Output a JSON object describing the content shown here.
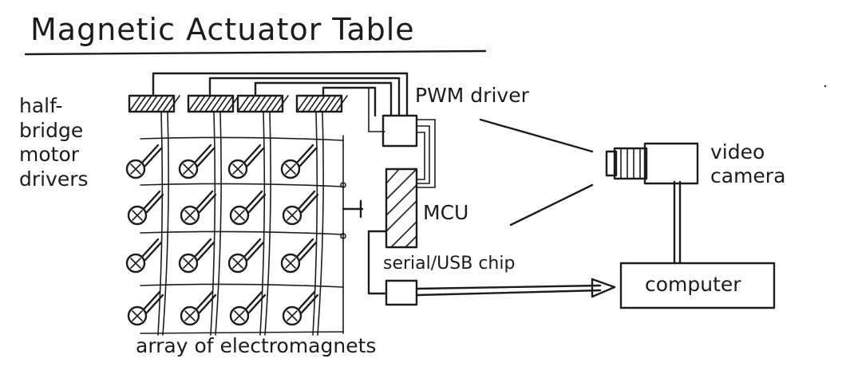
{
  "title": "Magnetic Actuator Table",
  "labels": {
    "motor_drivers": "half-\nbridge\nmotor\ndrivers",
    "pwm_driver": "PWM driver",
    "mcu": "MCU",
    "serial_chip": "serial/USB chip",
    "video_camera": "video\ncamera",
    "computer": "computer",
    "array": "array of electromagnets"
  },
  "grid": {
    "rows": 4,
    "cols": 4
  },
  "ink_color": "#1c1c1c"
}
